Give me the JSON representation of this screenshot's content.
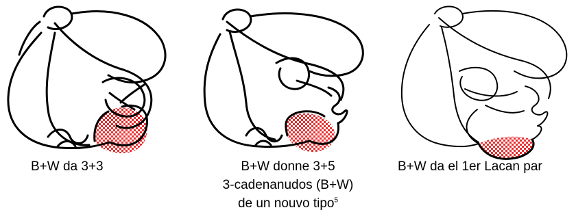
{
  "figures": [
    {
      "caption_lines": [
        "B+W da 3+3"
      ]
    },
    {
      "caption_lines": [
        "B+W donne 3+5",
        "3-cadenanudos (B+W)",
        "de un nouvo tipo"
      ],
      "footnote_mark": "5"
    },
    {
      "caption_lines": [
        "B+W da el 1er Lacan par"
      ]
    }
  ],
  "colors": {
    "strand": "#000000",
    "fill_checker_a": "#e83030",
    "fill_checker_b": "#ffffff"
  }
}
